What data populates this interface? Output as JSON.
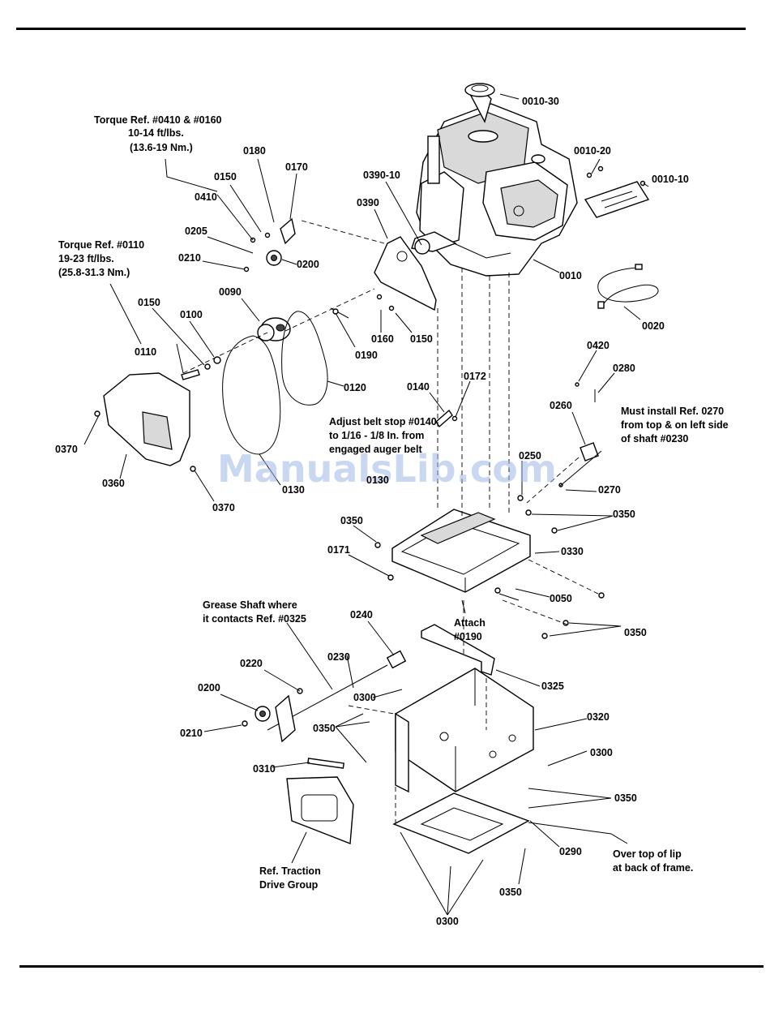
{
  "labels": {
    "l_0010_30": "0010-30",
    "l_0010_20": "0010-20",
    "l_0010_10": "0010-10",
    "l_0180": "0180",
    "l_0170": "0170",
    "l_0150a": "0150",
    "l_0410": "0410",
    "l_0390_10": "0390-10",
    "l_0390": "0390",
    "l_0205": "0205",
    "l_0210a": "0210",
    "l_0200a": "0200",
    "l_0010": "0010",
    "l_0020": "0020",
    "l_0090": "0090",
    "l_0150b": "0150",
    "l_0100": "0100",
    "l_0160": "0160",
    "l_0150c": "0150",
    "l_0190": "0190",
    "l_0110": "0110",
    "l_0120": "0120",
    "l_0420": "0420",
    "l_0280": "0280",
    "l_0140": "0140",
    "l_0172": "0172",
    "l_0260": "0260",
    "l_0370a": "0370",
    "l_0360": "0360",
    "l_0130": "0130",
    "l_0370b": "0370",
    "l_0250": "0250",
    "l_0270": "0270",
    "l_0130b": "0130",
    "l_0350a": "0350",
    "l_0350b": "0350",
    "l_0171": "0171",
    "l_0330": "0330",
    "l_0050": "0050",
    "l_0350c": "0350",
    "l_0240": "0240",
    "l_0230": "0230",
    "l_0220": "0220",
    "l_0325": "0325",
    "l_0200b": "0200",
    "l_0300a": "0300",
    "l_0320": "0320",
    "l_0210b": "0210",
    "l_0350d": "0350",
    "l_0300b": "0300",
    "l_0310": "0310",
    "l_0350e": "0350",
    "l_0290": "0290",
    "l_0350f": "0350",
    "l_0300c": "0300"
  },
  "notes": {
    "torque_0410": [
      "Torque Ref. #0410 & #0160",
      "10-14 ft/lbs.",
      "(13.6-19 Nm.)"
    ],
    "torque_0110": [
      "Torque Ref. #0110",
      "19-23 ft/lbs.",
      "(25.8-31.3 Nm.)"
    ],
    "adjust_belt": [
      "Adjust belt stop #0140",
      "to 1/16 - 1/8 In. from",
      "engaged auger belt"
    ],
    "must_install": [
      "Must install Ref. 0270",
      "from top & on left side",
      "of shaft #0230"
    ],
    "grease_shaft": [
      "Grease Shaft where",
      "it contacts Ref. #0325"
    ],
    "attach": [
      "Attach",
      "#0190"
    ],
    "traction": [
      "Ref. Traction",
      "Drive Group"
    ],
    "over_lip": [
      "Over top of lip",
      "at back of frame."
    ]
  },
  "watermark": "ManualsLib.com",
  "colors": {
    "ink": "#000000",
    "watermark": "#9fb7e6",
    "paper": "#ffffff"
  }
}
